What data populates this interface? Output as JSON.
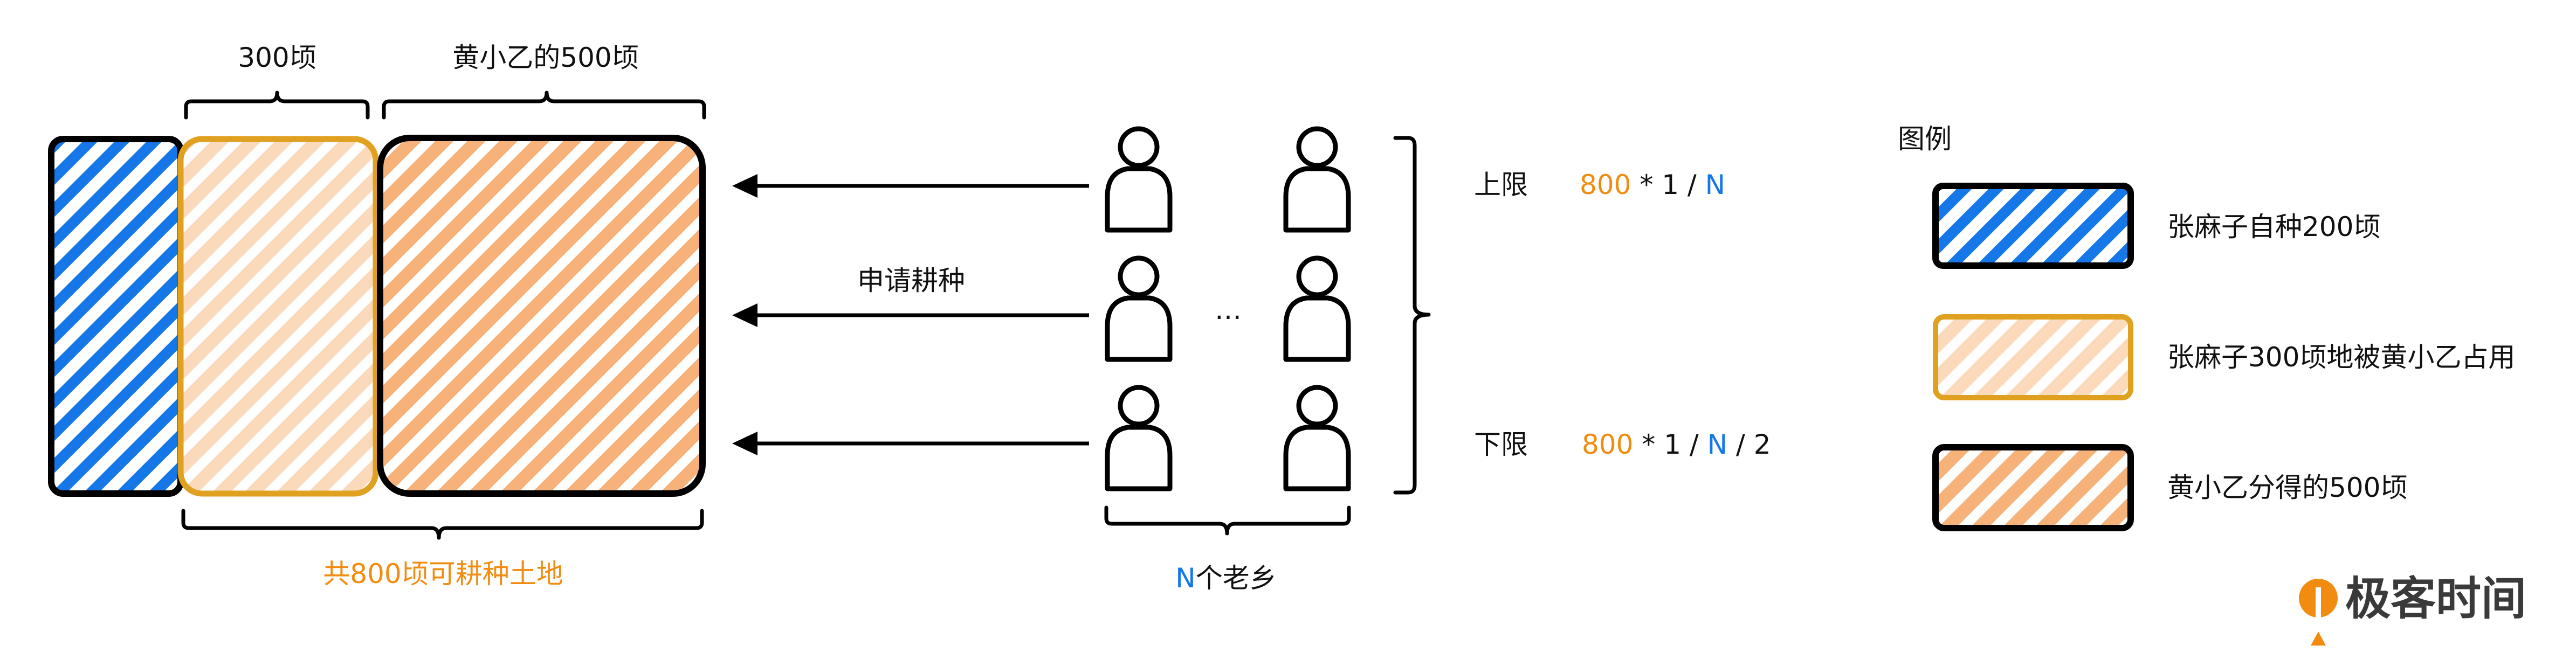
{
  "colors": {
    "blue": "#1677e8",
    "orange": "#f28c10",
    "orange_fill": "#f7b27a",
    "light_orange_fill": "#fbd9bb",
    "gold_border": "#e0a020",
    "black": "#000000"
  },
  "land": {
    "label_300": "300顷",
    "label_500": "黄小乙的500顷",
    "total_label": "共800顷可耕种土地"
  },
  "villagers": {
    "apply_label": "申请耕种",
    "ellipsis": "…",
    "count_n": "N",
    "count_suffix": "个老乡",
    "icon": "person-icon"
  },
  "limits": {
    "upper_label": "上限",
    "upper_num": "800",
    "upper_mid": " * 1 / ",
    "upper_n": "N",
    "lower_label": "下限",
    "lower_num": "800",
    "lower_mid": " * 1 / ",
    "lower_n": "N",
    "lower_tail": " / 2"
  },
  "legend": {
    "title": "图例",
    "items": [
      {
        "label": "张麻子自种200顷"
      },
      {
        "label": "张麻子300顷地被黄小乙占用"
      },
      {
        "label": "黄小乙分得的500顷"
      }
    ]
  },
  "logo": {
    "text": "极客时间"
  }
}
